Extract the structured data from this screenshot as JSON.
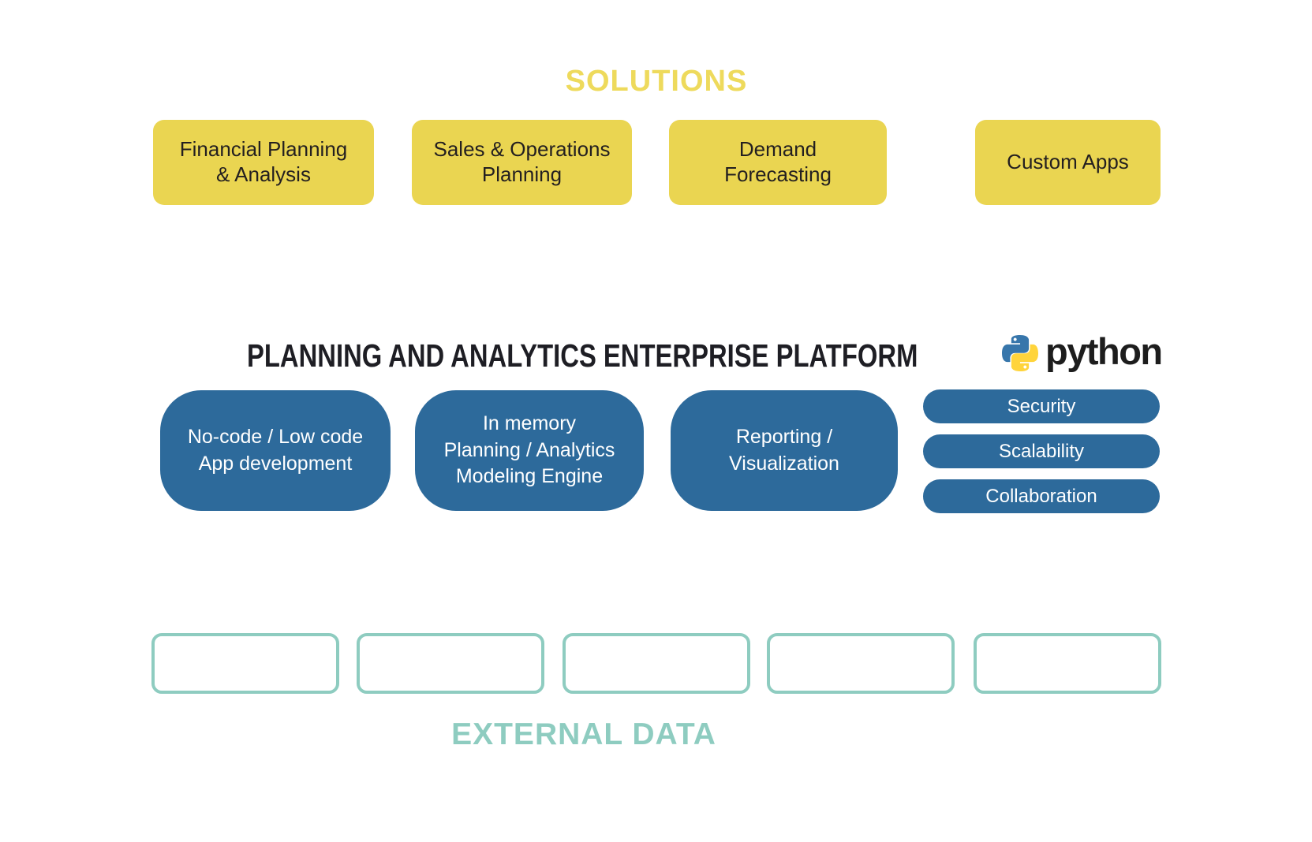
{
  "colors": {
    "yellow": "#EAD551",
    "yellow_heading": "#EEDA5C",
    "blue": "#2D6A9B",
    "teal": "#8ECCC0",
    "dark": "#1E1E24"
  },
  "solutions": {
    "heading": "SOLUTIONS",
    "boxes": [
      {
        "label": "Financial Planning\n& Analysis"
      },
      {
        "label": "Sales & Operations\nPlanning"
      },
      {
        "label": "Demand\nForecasting"
      },
      {
        "label": "Custom Apps"
      }
    ]
  },
  "platform": {
    "heading": "PLANNING AND ANALYTICS ENTERPRISE PLATFORM",
    "python_icon": "python-logo",
    "python_wordmark": "python",
    "modules": [
      {
        "label": "No-code / Low code\nApp development"
      },
      {
        "label": "In memory\nPlanning / Analytics\nModeling Engine"
      },
      {
        "label": "Reporting /\nVisualization"
      }
    ],
    "capabilities": [
      {
        "label": "Security"
      },
      {
        "label": "Scalability"
      },
      {
        "label": "Collaboration"
      }
    ]
  },
  "external_data": {
    "heading": "EXTERNAL DATA",
    "slot_count": 5
  }
}
